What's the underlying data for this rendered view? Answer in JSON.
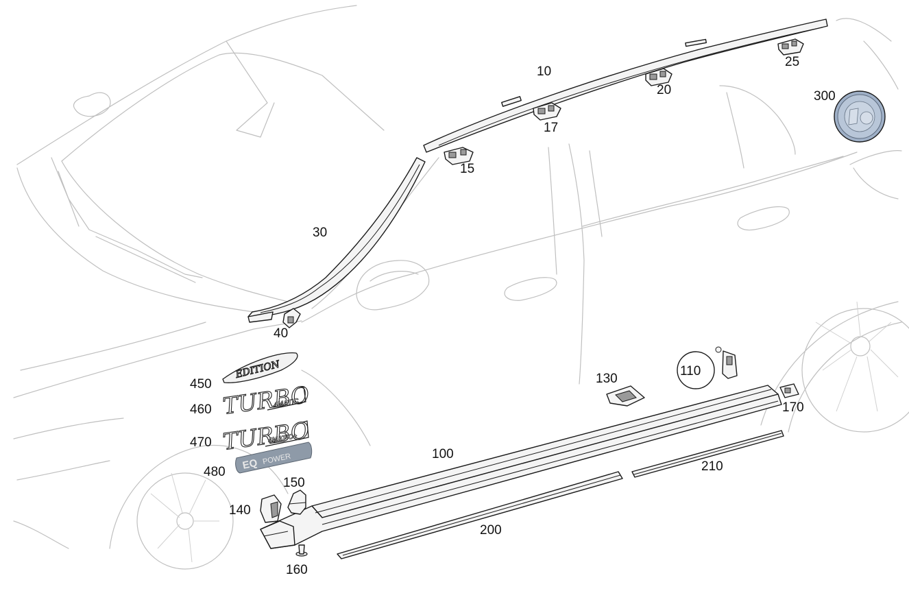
{
  "labels": {
    "l10": "10",
    "l15": "15",
    "l17": "17",
    "l20": "20",
    "l25": "25",
    "l30": "30",
    "l40": "40",
    "l100": "100",
    "l110": "110",
    "l130": "130",
    "l140": "140",
    "l150": "150",
    "l160": "160",
    "l170": "170",
    "l200": "200",
    "l210": "210",
    "l300": "300",
    "l450": "450",
    "l460": "460",
    "l470": "470",
    "l480": "480"
  },
  "badges": {
    "edition": "EDITION",
    "turbo": "TURBO",
    "matic": "4MATIC",
    "matic_plus": "4MATIC+",
    "eq": "EQ",
    "power": "POWER"
  },
  "colors": {
    "car_outline": "#bfbfbf",
    "part_stroke": "#1a1a1a",
    "eq_badge": "#8e9aa8",
    "medallion": "#a9b9cf"
  }
}
